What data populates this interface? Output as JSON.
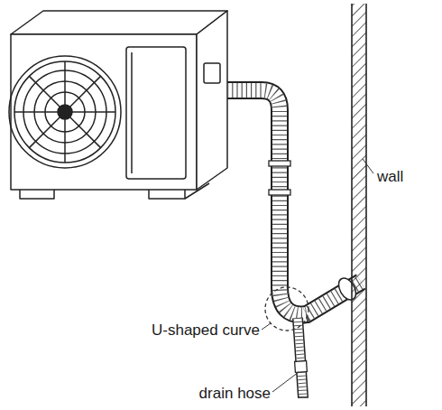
{
  "diagram": {
    "labels": [
      "wall",
      "U-shaped curve",
      "drain hose"
    ]
  }
}
